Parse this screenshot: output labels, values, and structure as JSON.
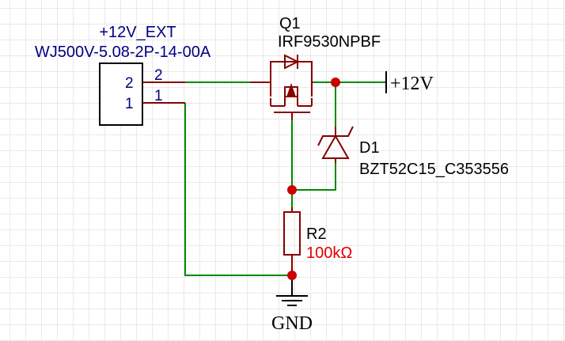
{
  "connector": {
    "title": "+12V_EXT",
    "part_number": "WJ500V-5.08-2P-14-00A",
    "pin2_inner": "2",
    "pin2_outer": "2",
    "pin1_inner": "1",
    "pin1_outer": "1"
  },
  "mosfet": {
    "ref": "Q1",
    "part_number": "IRF9530NPBF"
  },
  "diode": {
    "ref": "D1",
    "part_number": "BZT52C15_C353556"
  },
  "resistor": {
    "ref": "R2",
    "value": "100kΩ"
  },
  "power_net": {
    "label": "+12V"
  },
  "ground": {
    "label": "GND"
  },
  "colors": {
    "wire": "#008800",
    "symbol": "#880000",
    "designator": "#000080",
    "text": "#000000",
    "value": "#e00000",
    "junction": "#cc0000"
  }
}
